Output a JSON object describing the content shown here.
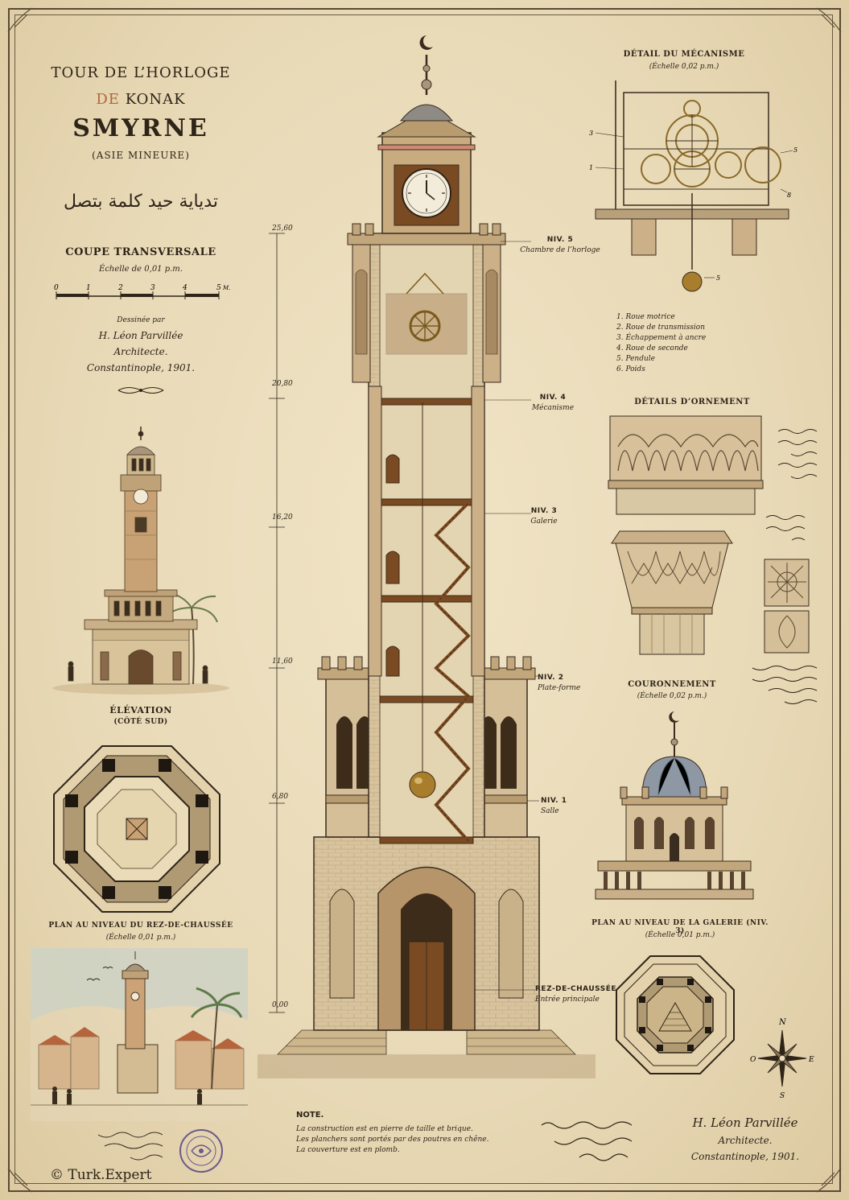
{
  "header": {
    "line1": "TOUR DE L’HORLOGE",
    "line2_a": "DE",
    "line2_b": "KONAK",
    "line3": "SMYRNE",
    "line4": "(ASIE MINEURE)",
    "arabic": "تدياية حيد كلمة بتصل"
  },
  "section": {
    "title": "COUPE TRANSVERSALE",
    "scale": "Échelle de 0,01 p.m.",
    "scale_ticks": [
      "0",
      "1",
      "2",
      "3",
      "4",
      "5"
    ],
    "scale_unit": "M."
  },
  "credits": {
    "drawn_by": "Dessinée par",
    "name": "H. Léon Parvillée",
    "role": "Architecte.",
    "place_date": "Constantinople, 1901."
  },
  "elevation": {
    "title": "ÉLÉVATION",
    "subtitle": "(CÔTÉ SUD)"
  },
  "ground_plan": {
    "title": "PLAN AU NIVEAU DU REZ-DE-CHAUSSÉE",
    "scale": "(Échelle 0,01 p.m.)"
  },
  "dimensions": [
    "25,60",
    "20,80",
    "16,20",
    "11,60",
    "6,80",
    "0,00"
  ],
  "levels": [
    {
      "name": "NIV. 5",
      "desc": "Chambre de l’horloge"
    },
    {
      "name": "NIV. 4",
      "desc": "Mécanisme"
    },
    {
      "name": "NIV. 3",
      "desc": "Galerie"
    },
    {
      "name": "NIV. 2",
      "desc": "Plate-forme"
    },
    {
      "name": "NIV. 1",
      "desc": "Salle"
    },
    {
      "name": "REZ-DE-CHAUSSÉE",
      "desc": "Entrée principale"
    }
  ],
  "mechanism": {
    "title": "DÉTAIL DU MÉCANISME",
    "scale": "(Échelle 0,02 p.m.)",
    "callouts": [
      "3",
      "1",
      "5",
      "8",
      "5"
    ],
    "legend": [
      "1. Roue motrice",
      "2. Roue de transmission",
      "3. Échappement à ancre",
      "4. Roue de seconde",
      "5. Pendule",
      "6. Poids"
    ]
  },
  "ornament": {
    "title": "DÉTAILS D’ORNEMENT"
  },
  "crown": {
    "title": "COURONNEMENT",
    "scale": "(Échelle 0,02 p.m.)"
  },
  "gallery_plan": {
    "title": "PLAN AU NIVEAU DE LA GALERIE (NIV. 3)",
    "scale": "(Échelle 0,01 p.m.)"
  },
  "compass": {
    "n": "N",
    "s": "S",
    "e": "E",
    "o": "O"
  },
  "note": {
    "title": "NOTE.",
    "lines": [
      "La construction est en pierre de taille et brique.",
      "Les planchers sont portés par des poutres en chêne.",
      "La couverture est en plomb."
    ]
  },
  "signature": {
    "name": "H. Léon Parvillée",
    "role": "Architecte.",
    "place_date": "Constantinople, 1901."
  },
  "watermark": "© Turk.Expert",
  "colors": {
    "ink": "#2e2418",
    "paper": "#ead9b4",
    "stone": "#cdb68c",
    "wood": "#7a4a22",
    "brass": "#a87d2c",
    "brick": "#d08a74"
  }
}
